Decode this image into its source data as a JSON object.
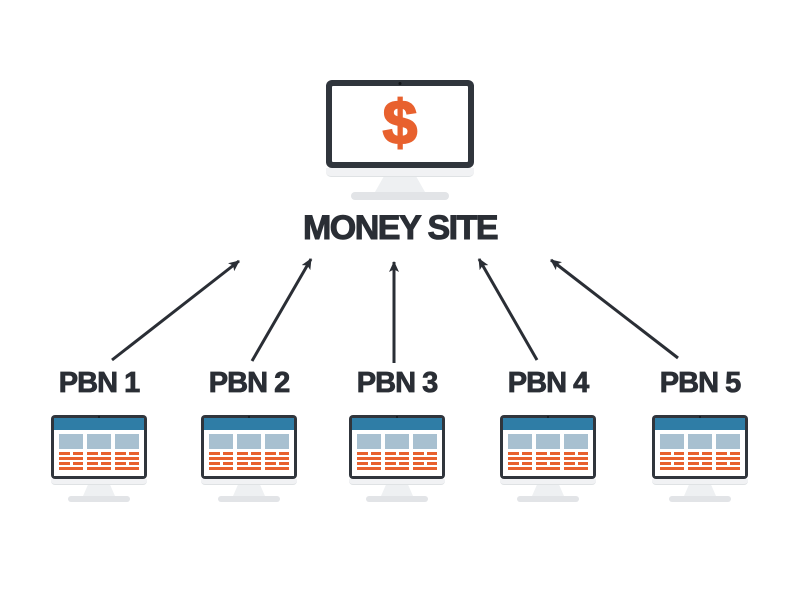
{
  "diagram": {
    "type": "link-network-diagram",
    "money_site": {
      "label": "MONEY SITE",
      "dollar_glyph": "$"
    },
    "pbn_sites": [
      {
        "id": "pbn-1",
        "label": "PBN 1"
      },
      {
        "id": "pbn-2",
        "label": "PBN 2"
      },
      {
        "id": "pbn-3",
        "label": "PBN 3"
      },
      {
        "id": "pbn-4",
        "label": "PBN 4"
      },
      {
        "id": "pbn-5",
        "label": "PBN 5"
      }
    ],
    "links": [
      {
        "from": "PBN 1",
        "to": "MONEY SITE"
      },
      {
        "from": "PBN 2",
        "to": "MONEY SITE"
      },
      {
        "from": "PBN 3",
        "to": "MONEY SITE"
      },
      {
        "from": "PBN 4",
        "to": "MONEY SITE"
      },
      {
        "from": "PBN 5",
        "to": "MONEY SITE"
      }
    ],
    "colors": {
      "ink": "#2a2e35",
      "accent_orange": "#e8612e",
      "site_header_blue": "#2f7da6",
      "image_placeholder": "#a8c0d0",
      "monitor_frame": "#30353c",
      "stand_light": "#eef0f2",
      "stand_base": "#e2e4e7",
      "background": "#ffffff"
    }
  }
}
